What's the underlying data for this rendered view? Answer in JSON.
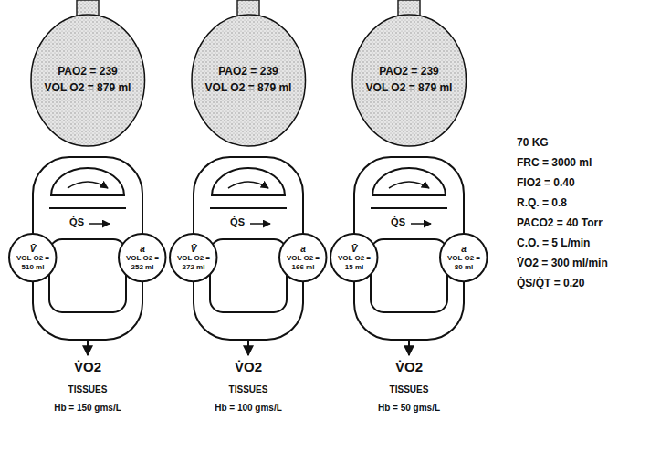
{
  "diagram": {
    "nodes": [
      {
        "text": [
          "PAO2 = 239",
          "VOL O2 = 879 ml"
        ]
      },
      {
        "text": [
          "V̄",
          "VOL O2 = 510 ml"
        ]
      },
      {
        "text": [
          "a",
          "VOL O2 = 252 ml"
        ]
      },
      {
        "text": [
          "PAO2 = 239",
          "VOL O2 = 879 ml"
        ]
      },
      {
        "text": [
          "V̄",
          "VOL O2 = 272 ml"
        ]
      },
      {
        "text": [
          "a",
          "VOL O2 = 166 ml"
        ]
      },
      {
        "text": [
          "PAO2 = 239",
          "VOL O2 = 879 ml"
        ]
      },
      {
        "text": [
          "V̄",
          "VOL O2 = 15 ml"
        ]
      },
      {
        "text": [
          "a",
          "VOL O2 = 80 ml"
        ]
      }
    ],
    "labels": [
      "Q̇S",
      "V̇O2",
      "TISSUES",
      "Hb = 150 gms/L",
      "Q̇S",
      "V̇O2",
      "TISSUES",
      "Hb = 100 gms/L",
      "Q̇S",
      "V̇O2",
      "TISSUES",
      "Hb = 50 gms/L",
      "70 KG",
      "FRC = 3000 ml",
      "FIO2 = 0.40",
      "R.Q. = 0.8",
      "PACO2 = 40 Torr",
      "C.O. = 5 L/min",
      "V̇O2 = 300 ml/min",
      "Q̇S/Q̇T = 0.20"
    ]
  }
}
